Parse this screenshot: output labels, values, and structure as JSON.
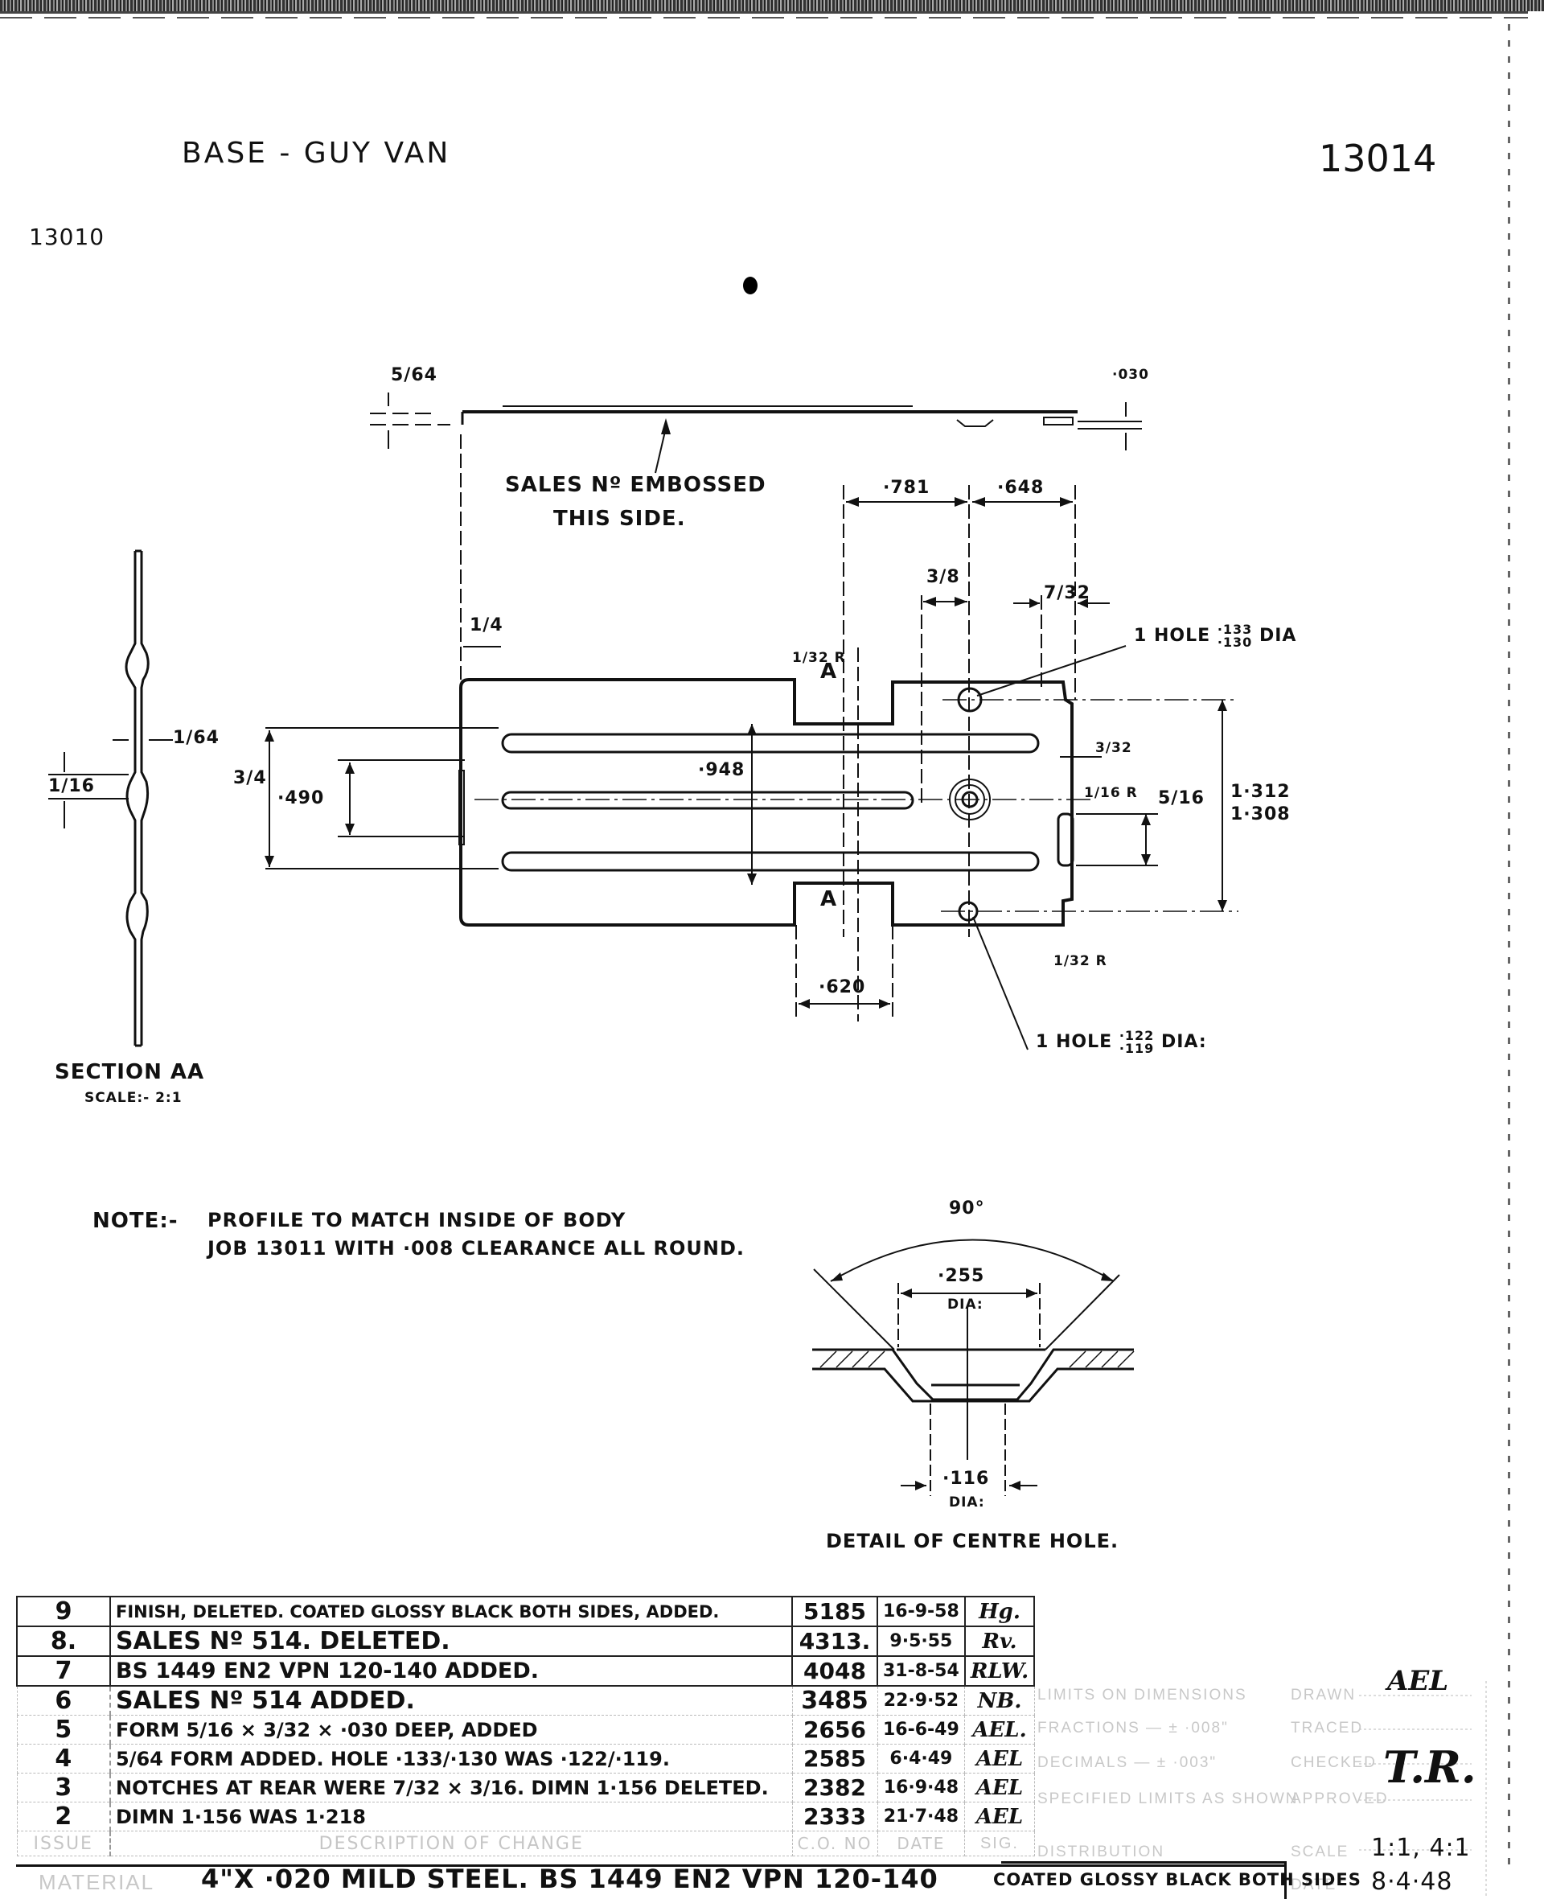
{
  "drawing": {
    "title": "BASE - GUY VAN",
    "drawing_number": "13014",
    "reference_number": "13010"
  },
  "plan_view": {
    "dimensions": {
      "top_thickness": "5/64",
      "form_depth": "·030",
      "left_offset": "1/4",
      "notch_radius_top": "1/32 R",
      "notch_width": "·781",
      "right_offset": "·648",
      "hole_offset": "3/8",
      "edge_offset": "7/32",
      "slot_span": "·948",
      "outer_slots": "3/4",
      "inner_span": "·490",
      "form_width": "3/32",
      "form_radius": "1/16 R",
      "form_height": "5/16",
      "overall_height_max": "1·312",
      "overall_height_min": "1·308",
      "corner_radius": "1/32 R",
      "notch_bottom_width": "·620"
    },
    "section_marker_top": "A",
    "section_marker_bottom": "A",
    "callout_embossed_line1": "SALES Nº EMBOSSED",
    "callout_embossed_line2": "THIS SIDE.",
    "hole_top": {
      "prefix": "1 HOLE",
      "max": "·133",
      "min": "·130",
      "suffix": "DIA"
    },
    "hole_bottom": {
      "prefix": "1 HOLE",
      "max": "·122",
      "min": "·119",
      "suffix": "DIA:"
    }
  },
  "section_view": {
    "title": "SECTION AA",
    "scale": "SCALE:- 2:1",
    "thickness": "1/64",
    "bead": "1/16"
  },
  "note": {
    "label": "NOTE:-",
    "line1": "PROFILE TO MATCH INSIDE OF BODY",
    "line2": "JOB 13011 WITH ·008 CLEARANCE ALL ROUND."
  },
  "centre_hole_detail": {
    "title": "DETAIL OF CENTRE HOLE.",
    "angle": "90°",
    "outer_dia": "·255",
    "outer_dia_suffix": "DIA:",
    "inner_dia": "·116",
    "inner_dia_suffix": "DIA:"
  },
  "revisions": [
    {
      "issue": "9",
      "description": "FINISH, DELETED. COATED GLOSSY BLACK BOTH SIDES, ADDED.",
      "co_no": "5185",
      "date": "16-9-58",
      "sig": "Hg."
    },
    {
      "issue": "8.",
      "description": "SALES Nº 514. DELETED.",
      "co_no": "4313.",
      "date": "9·5·55",
      "sig": "Rv."
    },
    {
      "issue": "7",
      "description": "BS 1449 EN2 VPN 120-140 ADDED.",
      "co_no": "4048",
      "date": "31-8-54",
      "sig": "RLW."
    },
    {
      "issue": "6",
      "description": "SALES Nº 514 ADDED.",
      "co_no": "3485",
      "date": "22·9·52",
      "sig": "NB."
    },
    {
      "issue": "5",
      "description": "FORM 5/16 × 3/32 × ·030 DEEP, ADDED",
      "co_no": "2656",
      "date": "16-6-49",
      "sig": "AEL."
    },
    {
      "issue": "4",
      "description": "5/64 FORM ADDED. HOLE ·133/·130 WAS ·122/·119.",
      "co_no": "2585",
      "date": "6·4·49",
      "sig": "AEL"
    },
    {
      "issue": "3",
      "description": "NOTCHES AT REAR WERE 7/32 × 3/16. DIMN 1·156 DELETED.",
      "co_no": "2382",
      "date": "16·9·48",
      "sig": "AEL"
    },
    {
      "issue": "2",
      "description": "DIMN 1·156 WAS 1·218",
      "co_no": "2333",
      "date": "21·7·48",
      "sig": "AEL"
    }
  ],
  "revision_headers": {
    "issue": "ISSUE",
    "description": "DESCRIPTION OF CHANGE",
    "co_no": "C.O. NO",
    "date": "DATE",
    "sig": "SIG."
  },
  "title_block": {
    "limits_label": "LIMITS ON DIMENSIONS",
    "fractions": "FRACTIONS — ± ·008\"",
    "decimals": "DECIMALS — ± ·003\"",
    "specified": "SPECIFIED LIMITS AS SHOWN",
    "distribution": "DISTRIBUTION",
    "drawn_label": "DRAWN",
    "drawn_sig": "AEL",
    "traced_label": "TRACED",
    "checked_label": "CHECKED",
    "approved_label": "APPROVED",
    "approved_sig": "T.R.",
    "scale_label": "SCALE",
    "scale_value": "1:1, 4:1",
    "date_label": "DATE",
    "date_value": "8·4·48"
  },
  "material": {
    "label": "MATERIAL",
    "value": "4\"X ·020 MILD STEEL. BS 1449 EN2 VPN 120-140",
    "finish": "COATED GLOSSY BLACK BOTH SIDES"
  }
}
